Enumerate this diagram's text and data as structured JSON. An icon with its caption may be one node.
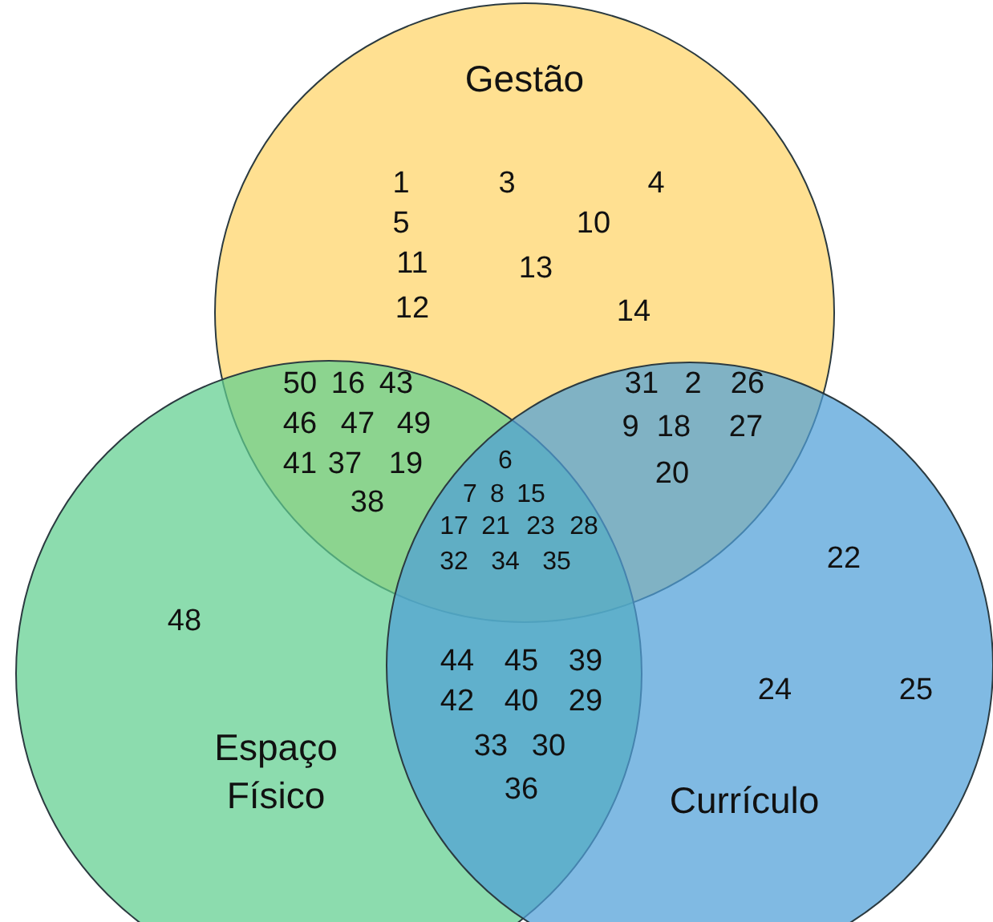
{
  "diagram": {
    "nodes": [
      {
        "text": [
          "Gestão"
        ]
      },
      {
        "text": [
          "Espaço Físico"
        ]
      },
      {
        "text": [
          "Currículo"
        ]
      }
    ],
    "labels": [
      "1",
      "3",
      "4",
      "5",
      "10",
      "11",
      "13",
      "12",
      "14",
      "50",
      "16",
      "43",
      "46",
      "47",
      "49",
      "41",
      "37",
      "19",
      "38",
      "31",
      "2",
      "26",
      "9",
      "18",
      "27",
      "20",
      "6",
      "7",
      "8",
      "15",
      "17",
      "21",
      "23",
      "28",
      "32",
      "34",
      "35",
      "22",
      "48",
      "44",
      "45",
      "39",
      "42",
      "40",
      "29",
      "33",
      "30",
      "36",
      "24",
      "25"
    ]
  }
}
